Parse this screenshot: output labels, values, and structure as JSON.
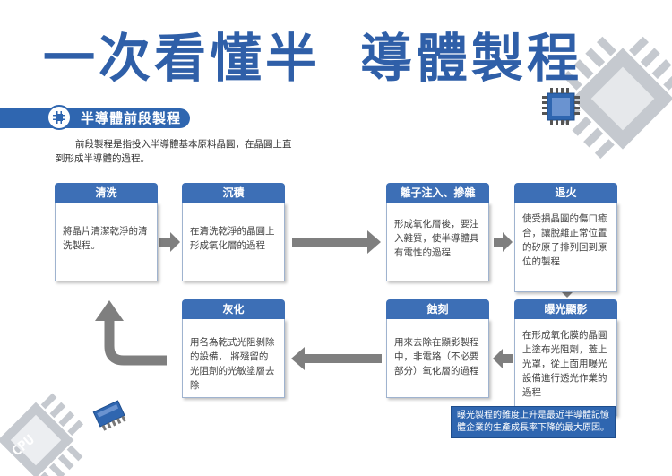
{
  "title": {
    "part1": "一次看懂半",
    "part2": "導體製程"
  },
  "section": {
    "title": "半導體前段製程"
  },
  "intro": "前段製程是指投入半導體基本原料晶圓，在晶圓上直到形成半導體的過程。",
  "steps": {
    "clean": {
      "title": "清洗",
      "desc": "將晶片清潔乾淨的清洗製程。"
    },
    "deposit": {
      "title": "沉積",
      "desc": "在清洗乾淨的晶圓上形成氧化層的過程"
    },
    "implant": {
      "title": "離子注入、摻雜",
      "desc": "形成氧化層後，要注入雜質，使半導體具有電性的過程"
    },
    "anneal": {
      "title": "退火",
      "desc": "使受損晶圓的傷口癒合，讓脫離正常位置的矽原子排列回到原位的製程"
    },
    "expose": {
      "title": "曝光顯影",
      "desc": "在形成氧化膜的晶圓上塗布光阻劑，蓋上光罩，從上面用曝光設備進行透光作業的過程"
    },
    "etch": {
      "title": "蝕刻",
      "desc": "用來去除在顯影製程中，非電路（不必要部分）氧化層的過程"
    },
    "ash": {
      "title": "灰化",
      "desc": "用名為乾式光阻剝除的設備， 將殘留的光阻劑的光敏塗層去除"
    }
  },
  "note": "曝光製程的難度上升是最近半導體記憶體企業的生產成長率下降的最大原因。",
  "cpu_label": "CPU",
  "colors": {
    "accent": "#2f66b0",
    "title": "#2f5fa8",
    "arrow": "#7f7f7f",
    "deco": "#c5c9cf"
  }
}
